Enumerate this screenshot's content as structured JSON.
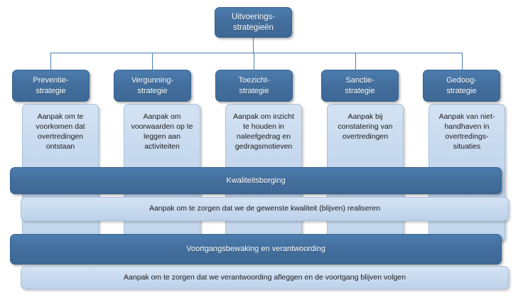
{
  "diagram": {
    "title_node": {
      "label": "Uitvoerings-\nstrategieën",
      "line1": "Uitvoerings-",
      "line2": "strategieën"
    },
    "colors": {
      "dark_blue": "#436F9E",
      "dark_blue_border": "#35618C",
      "light_blue": "#C7D9EE",
      "light_blue_border": "#A9C2DE",
      "connector": "#4A7EB5",
      "text_light": "#FFFFFF",
      "text_dark": "#1A1A1A",
      "background": "#FFFFFF"
    },
    "columns": [
      {
        "id": "preventie",
        "head_line1": "Preventie-",
        "head_line2": "strategie",
        "description": "Aanpak om te voorkomen dat overtredingen ontstaan"
      },
      {
        "id": "vergunning",
        "head_line1": "Vergunning-",
        "head_line2": "strategie",
        "description": "Aanpak om voorwaarden op te leggen aan activiteiten"
      },
      {
        "id": "toezicht",
        "head_line1": "Toezicht-",
        "head_line2": "strategie",
        "description": "Aanpak om inzicht te houden in naleefgedrag en gedragsmotieven"
      },
      {
        "id": "sanctie",
        "head_line1": "Sanctie-",
        "head_line2": "strategie",
        "description": "Aanpak bij constatering van overtredingen"
      },
      {
        "id": "gedoog",
        "head_line1": "Gedoog-",
        "head_line2": "strategie",
        "description": "Aanpak van niet-handhaven in overtredings-situaties"
      }
    ],
    "bands": [
      {
        "id": "kwaliteitsborging",
        "title": "Kwaliteitsborging",
        "description": "Aanpak om te zorgen dat we de gewenste  kwaliteit (blijven) realiseren"
      },
      {
        "id": "voortgangsbewaking",
        "title": "Voortgangsbewaking en verantwoording",
        "description": "Aanpak om te zorgen dat we verantwoording afleggen en de voortgang blijven volgen"
      }
    ]
  }
}
